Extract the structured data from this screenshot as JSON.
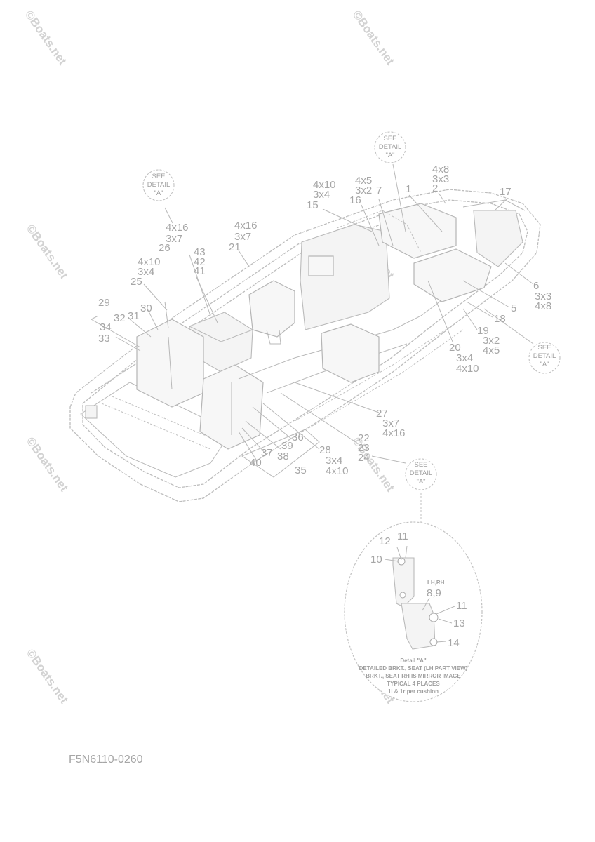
{
  "watermark_text": "©Boats.net",
  "part_number": "F5N6110-0260",
  "see_detail": {
    "line1": "SEE",
    "line2": "DETAIL",
    "line3": "\"A\""
  },
  "callouts": {
    "c1": "1",
    "c2": "2",
    "c3": "3x3",
    "c4": "4x8",
    "c5": "5",
    "c6": "6",
    "c6b": "3x3",
    "c6c": "4x8",
    "c7": "7",
    "c8": "8,9",
    "c10": "10",
    "c11a": "11",
    "c11b": "11",
    "c12": "12",
    "c13": "13",
    "c14": "14",
    "c15": "15",
    "c15b": "3x4",
    "c15c": "4x10",
    "c16": "16",
    "c16b": "3x2",
    "c16c": "4x5",
    "c17": "17",
    "c18": "18",
    "c19": "19",
    "c20": "20",
    "c20b": "3x4",
    "c20c": "4x10",
    "c19b": "3x2",
    "c19c": "4x5",
    "c21": "21",
    "c21b": "3x7",
    "c21c": "4x16",
    "c22": "22",
    "c23": "23",
    "c24": "24",
    "c25": "25",
    "c25b": "3x4",
    "c25c": "4x10",
    "c26": "26",
    "c26b": "3x7",
    "c26c": "4x16",
    "c27": "27",
    "c27b": "3x7",
    "c27c": "4x16",
    "c28": "28",
    "c28b": "3x4",
    "c28c": "4x10",
    "c29": "29",
    "c30": "30",
    "c31": "31",
    "c32": "32",
    "c33": "33",
    "c34": "34",
    "c35": "35",
    "c36": "36",
    "c37": "37",
    "c38": "38",
    "c39": "39",
    "c40": "40",
    "c41": "41",
    "c42": "42",
    "c43": "43"
  },
  "detail": {
    "lhrh": "LH,RH",
    "title": "Detail \"A\"",
    "line1": "DETAILED BRKT., SEAT (LH PART VIEW)",
    "line2": "BRKT., SEAT RH IS MIRROR IMAGE",
    "line3": "TYPICAL 4 PLACES",
    "line4": "1l & 1r per cushion"
  }
}
